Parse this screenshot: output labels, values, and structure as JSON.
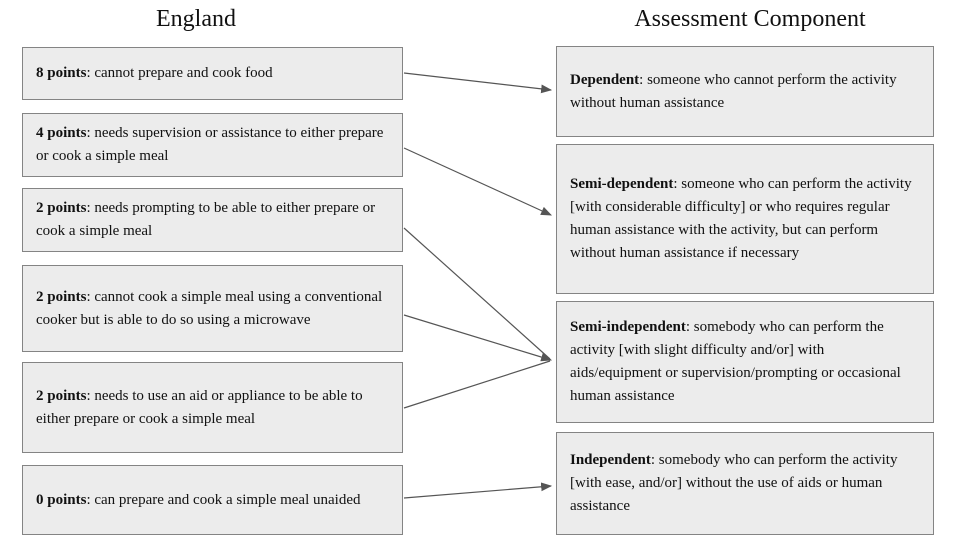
{
  "left": {
    "title": "England",
    "boxes": [
      {
        "bold": "8 points",
        "rest": ": cannot prepare and cook food"
      },
      {
        "bold": "4 points",
        "rest": ": needs supervision or assistance to either prepare or cook a simple meal"
      },
      {
        "bold": "2 points",
        "rest": ": needs prompting to be able to either prepare or cook a simple meal"
      },
      {
        "bold": "2 points",
        "rest": ": cannot cook a simple meal using a conventional cooker but is able to do so using a microwave"
      },
      {
        "bold": "2 points",
        "rest": ": needs to use an aid or appliance to be able to either prepare or cook a simple meal"
      },
      {
        "bold": "0 points",
        "rest": ": can prepare and cook a simple meal unaided"
      }
    ]
  },
  "right": {
    "title": "Assessment Component",
    "boxes": [
      {
        "bold": "Dependent",
        "rest": ": someone who cannot perform the activity without human assistance"
      },
      {
        "bold": "Semi-dependent",
        "rest": ": someone who can perform the activity [with considerable difficulty] or who requires regular human assistance with the activity, but can perform without human assistance if necessary"
      },
      {
        "bold": "Semi-independent",
        "rest": ": somebody who can perform the activity [with slight difficulty and/or] with aids/equipment or supervision/prompting or occasional human assistance"
      },
      {
        "bold": "Independent",
        "rest": ": somebody who can perform the activity [with ease, and/or] without the use of aids or human assistance"
      }
    ]
  },
  "connections": [
    {
      "from": "8 points",
      "to": "Dependent"
    },
    {
      "from": "4 points",
      "to": "Semi-dependent"
    },
    {
      "from": "2 points (prompting)",
      "to": "Semi-independent"
    },
    {
      "from": "2 points (microwave)",
      "to": "Semi-independent"
    },
    {
      "from": "2 points (aid or appliance)",
      "to": "Semi-independent"
    },
    {
      "from": "0 points",
      "to": "Independent"
    }
  ],
  "colors": {
    "box_fill": "#ececec",
    "box_border": "#848484",
    "arrow": "#555555",
    "text": "#111111"
  }
}
